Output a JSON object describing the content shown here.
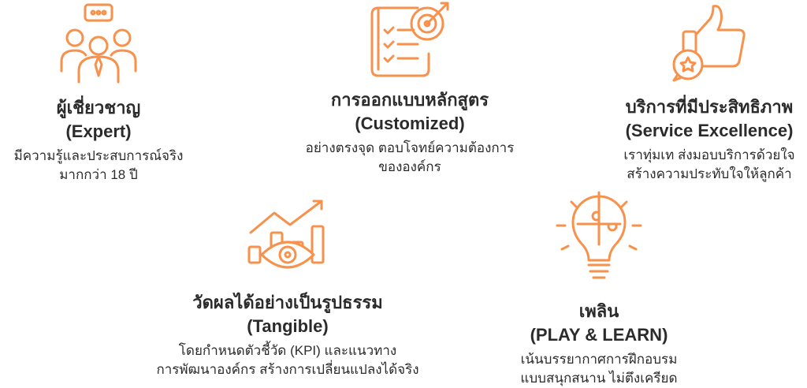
{
  "accent_color": "#f7914b",
  "features": [
    {
      "icon": "experts-group-icon",
      "title_th": "ผู้เชี่ยวชาญ",
      "title_en": "(Expert)",
      "desc": [
        "มีความรู้และประสบการณ์จริง",
        "มากกว่า 18 ปี"
      ]
    },
    {
      "icon": "checklist-target-icon",
      "title_th": "การออกแบบหลักสูตร",
      "title_en": "(Customized)",
      "desc": [
        "อย่างตรงจุด ตอบโจทย์ความต้องการ",
        "ขององค์กร"
      ]
    },
    {
      "icon": "thumbs-up-star-icon",
      "title_th": "บริการที่มีประสิทธิภาพ",
      "title_en": "(Service Excellence)",
      "desc": [
        "เราทุ่มเท ส่งมอบบริการด้วยใจ",
        "สร้างความประทับใจให้ลูกค้า"
      ]
    },
    {
      "icon": "growth-chart-eye-icon",
      "title_th": "วัดผลได้อย่างเป็นรูปธรรม",
      "title_en": "(Tangible)",
      "desc": [
        "โดยกำหนดตัวชี้วัด (KPI) และแนวทาง",
        "การพัฒนาองค์กร สร้างการเปลี่ยนแปลงได้จริง"
      ]
    },
    {
      "icon": "puzzle-lightbulb-icon",
      "title_th": "เพลิน",
      "title_en": "(PLAY & LEARN)",
      "desc": [
        "เน้นบรรยากาศการฝึกอบรม",
        "แบบสนุกสนาน ไม่ตึงเครียด"
      ]
    }
  ]
}
